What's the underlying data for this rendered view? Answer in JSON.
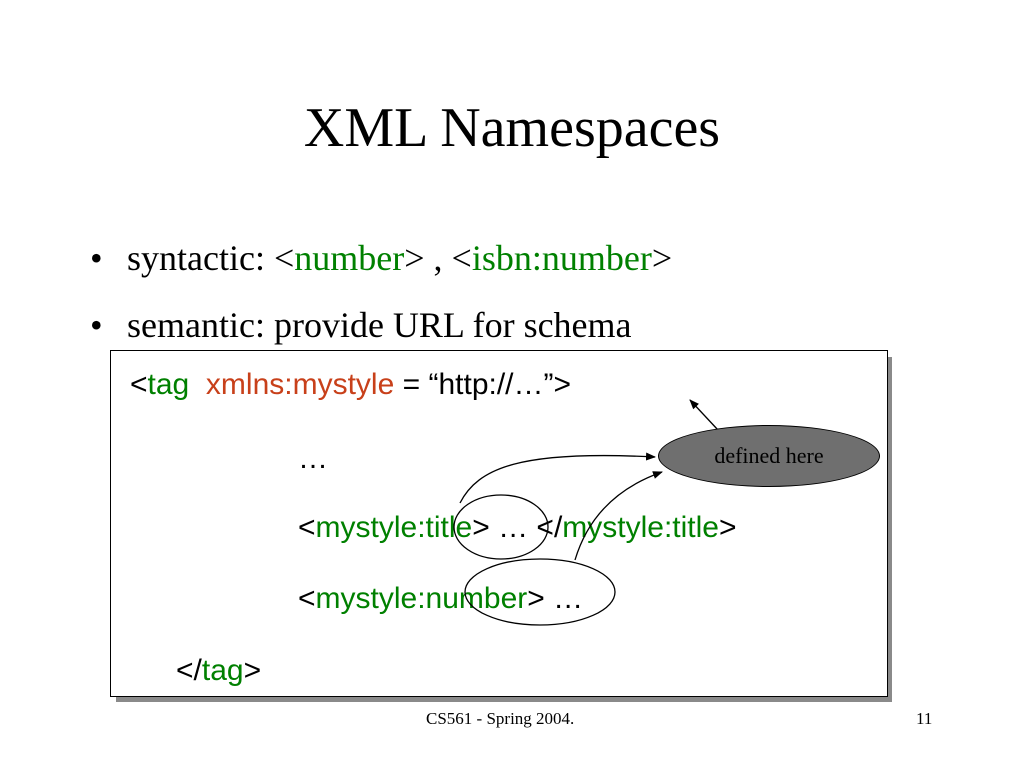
{
  "slide": {
    "title": "XML Namespaces",
    "bullets": [
      {
        "marker": "•",
        "prefix": "syntactic: <",
        "tag1": "number",
        "mid": "> , <",
        "tag2": "isbn:number",
        "suffix": ">"
      },
      {
        "marker": "•",
        "text": "semantic: provide URL for schema"
      }
    ],
    "code": {
      "line1": {
        "open": "<",
        "tag": "tag",
        "attr": "xmlns:mystyle",
        "value": " = “http://…”>"
      },
      "line2": "…",
      "line3": {
        "open": "<",
        "tag": "mystyle:title",
        "mid": "> … </",
        "close_tag": "mystyle:title",
        "end": ">"
      },
      "line4": {
        "open": "<",
        "tag": "mystyle:number",
        "end": "> …"
      },
      "line5": {
        "open": "</",
        "tag": "tag",
        "end": ">"
      }
    },
    "callout": "defined here",
    "footer_left": "CS561 -  Spring 2004.",
    "page_number": "11"
  },
  "colors": {
    "tag_green": "#008000",
    "attr_red": "#c8401a",
    "callout_fill": "#6f6f6f",
    "shadow": "#8a8a8a"
  }
}
